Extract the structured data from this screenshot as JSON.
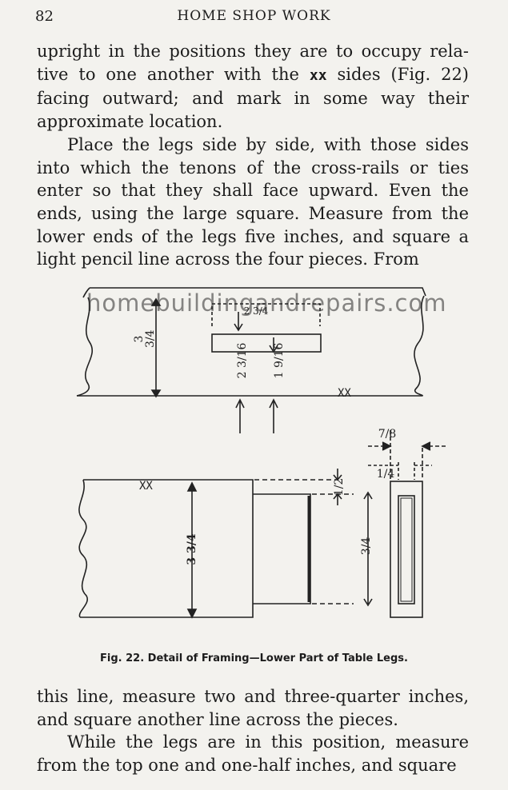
{
  "header": {
    "page_number": "82",
    "running_head": "HOME SHOP WORK"
  },
  "text_top": {
    "p1_before": "upright in the positions they are to occupy rela-tive to one another with the ",
    "p1_xx": "xx",
    "p1_after": " sides (Fig. 22) facing outward; and mark in some way their approximate location.",
    "p2": "Place the legs side by side, with those sides into which the tenons of the cross-rails or ties enter so that they shall face upward. Even the ends, using the large square. Measure from the lower ends of the legs five inches, and square a light pencil line across the four pieces. From"
  },
  "figure": {
    "watermark": "homebuildingandrepairs.com",
    "dims": {
      "d_3_3_4": "3 3/4",
      "d_2_3_4": "2 3/4",
      "d_2_3_16": "2 3/16",
      "d_1_9_16": "1 9/16",
      "d_7_8": "7/8",
      "d_1_4": "1/4",
      "d_1_2": "1/2",
      "d_3_4": "3/4",
      "d_3_3_4_b": "3 3/4"
    },
    "xx_marks": [
      "XX",
      "XX"
    ]
  },
  "caption": "Fig. 22.  Detail of Framing—Lower Part of Table Legs.",
  "text_bottom": {
    "p1": "this line, measure two and three-quarter inches, and square another line across the pieces.",
    "p2": "While the legs are in this position, measure from the top one and one-half inches, and square"
  }
}
